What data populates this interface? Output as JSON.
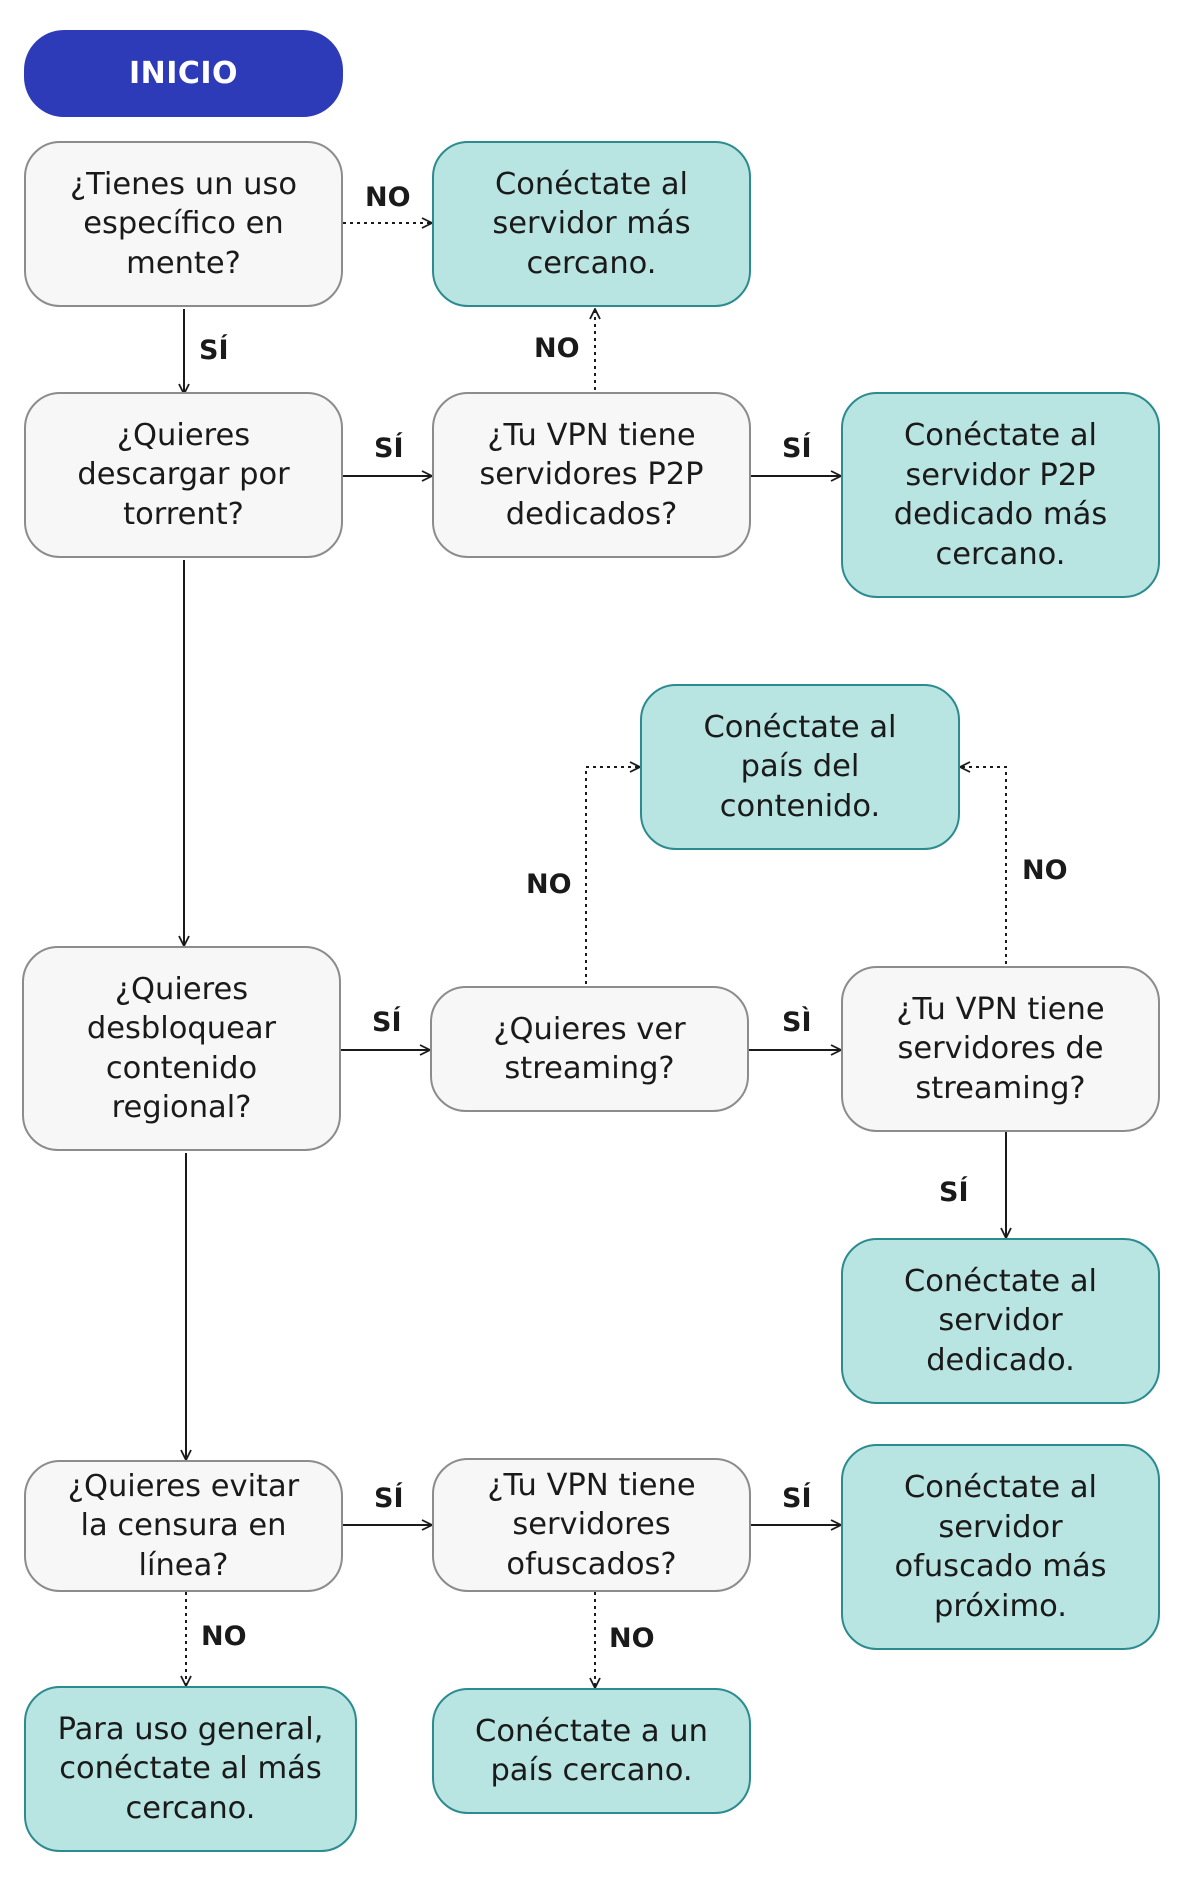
{
  "start": "INICIO",
  "questions": {
    "specific_use": "¿Tienes un uso\nespecífico en\nmente?",
    "torrent": "¿Quieres\ndescargar por\ntorrent?",
    "p2p_servers": "¿Tu VPN tiene\nservidores P2P\ndedicados?",
    "unblock_regional": "¿Quieres\ndesbloquear\ncontenido\nregional?",
    "streaming": "¿Quieres ver\nstreaming?",
    "streaming_servers": "¿Tu VPN tiene\nservidores de\nstreaming?",
    "censorship": "¿Quieres evitar\nla censura en\nlínea?",
    "obfuscated_servers": "¿Tu VPN tiene\nservidores\nofuscados?"
  },
  "answers": {
    "nearest_server": "Conéctate al\nservidor más\ncercano.",
    "p2p_server": "Conéctate al\nservidor P2P\ndedicado más\ncercano.",
    "content_country": "Conéctate al\npaís del\ncontenido.",
    "dedicated_server": "Conéctate al\nservidor\ndedicado.",
    "obfuscated_server": "Conéctate al\nservidor\nofuscado más\npróximo.",
    "general_use": "Para uso general,\nconéctate al más\ncercano.",
    "nearby_country": "Conéctate a un\npaís cercano."
  },
  "labels": {
    "yes": "SÍ",
    "yes_grave": "SÌ",
    "no": "NO"
  },
  "colors": {
    "start_fill": "#2e3bb8",
    "question_fill": "#f7f7f7",
    "question_border": "#8c8c8c",
    "answer_fill": "#b8e4e1",
    "answer_border": "#2b8b8f"
  }
}
